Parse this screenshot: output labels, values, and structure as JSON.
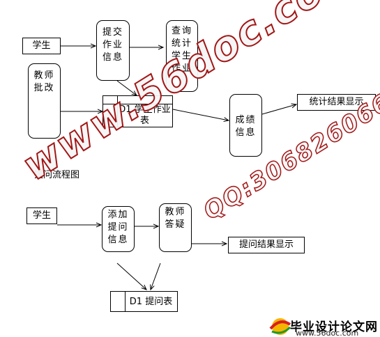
{
  "nodes": {
    "student_top": "学生",
    "submit_info": "提交\n作业\n信息",
    "query_stats": "查询\n统计\n学生\n作业",
    "teacher_grade": "教师\n批改",
    "d1_homework": "D1 学生作业\n表",
    "grade_info": "成绩\n信息",
    "stats_result": "统计结果显示",
    "student_bottom": "学生",
    "add_question": "添加\n提问\n信息",
    "teacher_answer": "教师\n答疑",
    "question_result": "提问结果显示",
    "d1_question": "D1 提问表"
  },
  "section_title": "提问流程图",
  "watermark": {
    "site": "www.56doc.com",
    "qq": "QQ:306826066"
  },
  "footer": {
    "title": "毕业设计论文网",
    "url": "www.56doc.com"
  }
}
